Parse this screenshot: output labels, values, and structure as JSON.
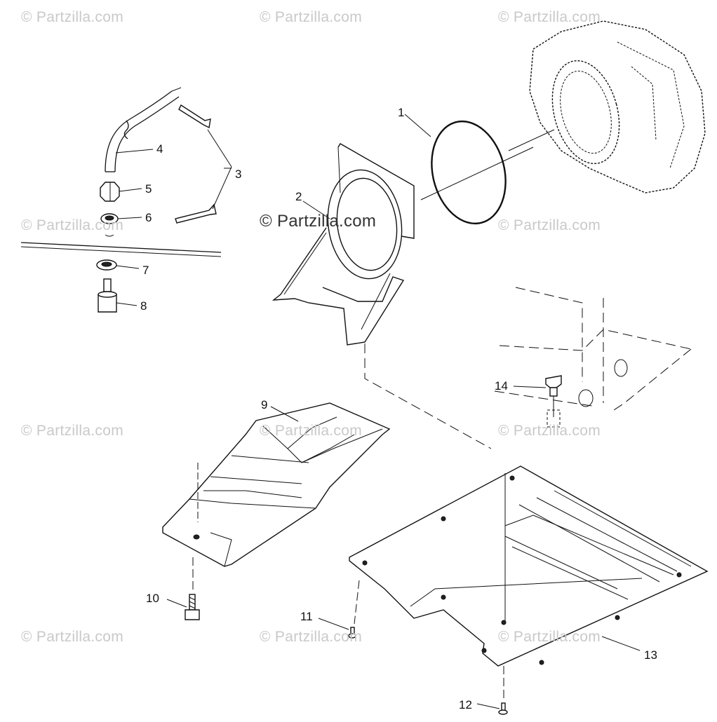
{
  "watermarks": [
    "© Partzilla.com",
    "© Partzilla.com",
    "© Partzilla.com",
    "© Partzilla.com",
    "© Partzilla.com",
    "© Partzilla.com",
    "© Partzilla.com",
    "© Partzilla.com",
    "© Partzilla.com",
    "© Partzilla.com",
    "© Partzilla.com",
    "© Partzilla.com"
  ],
  "center_watermark": "© Partzilla.com",
  "callouts": [
    "1",
    "2",
    "3",
    "4",
    "5",
    "6",
    "7",
    "8",
    "9",
    "10",
    "11",
    "12",
    "13",
    "14"
  ]
}
